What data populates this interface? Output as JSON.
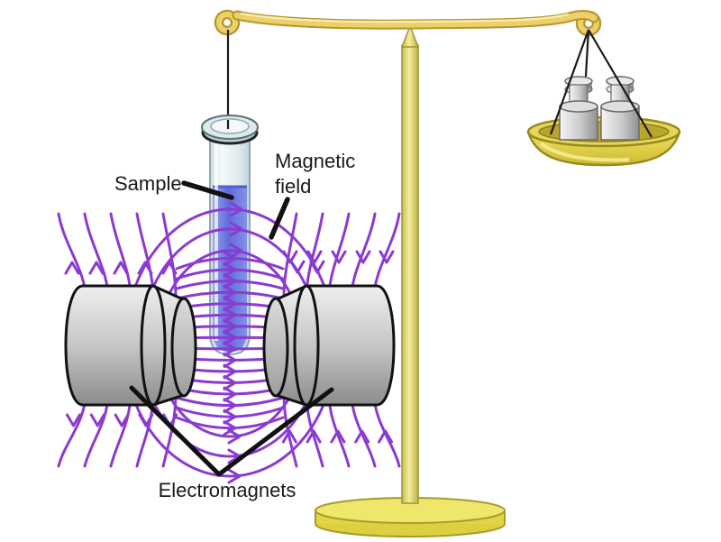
{
  "figure": {
    "type": "physics-diagram",
    "description": "Gouy balance: sample suspended between electromagnets, counterweighted on a balance pan",
    "labels": {
      "sample": "Sample",
      "magnetic_field_line1": "Magnetic",
      "magnetic_field_line2": "field",
      "electromagnets": "Electromagnets"
    },
    "colors": {
      "background": "#ffffff",
      "field_lines": "#8B3BD1",
      "labels_text": "#1a1a1a",
      "pointer_lines": "#111111",
      "balance_gold": "#ECD06A",
      "balance_gold_outline": "#B8962E",
      "stand_yellow": "#EFE76C",
      "magnet_gray": "#C6C6C6",
      "magnet_outline": "#111111",
      "sample_liquid_blue": "#5F6CDB",
      "tube_glass": "#DCE9ED",
      "weights_silver": "#CACACA",
      "strings": "#1a1a1a"
    }
  }
}
